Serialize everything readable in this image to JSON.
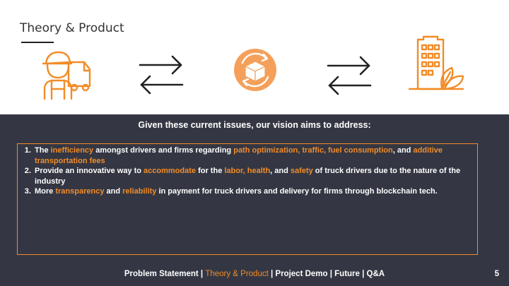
{
  "slide": {
    "title": "Theory & Product",
    "page_number": "5"
  },
  "colors": {
    "accent": "#f28c28",
    "dark_panel": "#343743",
    "text_light": "#ffffff"
  },
  "icons": [
    "delivery-driver-icon",
    "exchange-arrows-icon",
    "package-cycle-icon",
    "exchange-arrows-icon",
    "green-building-icon"
  ],
  "vision": {
    "heading": "Given these current issues, our vision aims to address:",
    "items": [
      {
        "number": "1.",
        "parts": [
          {
            "text": "The ",
            "highlight": false
          },
          {
            "text": "inefficiency",
            "highlight": true
          },
          {
            "text": " amongst drivers and firms regarding ",
            "highlight": false
          },
          {
            "text": "path optimization, traffic, fuel consumption",
            "highlight": true
          },
          {
            "text": ", and ",
            "highlight": false
          },
          {
            "text": "additive transportation fees",
            "highlight": true
          }
        ]
      },
      {
        "number": "2.",
        "parts": [
          {
            "text": "Provide an innovative way to ",
            "highlight": false
          },
          {
            "text": "accommodate",
            "highlight": true
          },
          {
            "text": " for the ",
            "highlight": false
          },
          {
            "text": "labor, health",
            "highlight": true
          },
          {
            "text": ", and ",
            "highlight": false
          },
          {
            "text": "safety",
            "highlight": true
          },
          {
            "text": " of truck drivers due to the nature of the industry",
            "highlight": false
          }
        ]
      },
      {
        "number": "3.",
        "parts": [
          {
            "text": "More ",
            "highlight": false
          },
          {
            "text": "transparency",
            "highlight": true
          },
          {
            "text": " and ",
            "highlight": false
          },
          {
            "text": "reliability",
            "highlight": true
          },
          {
            "text": " in payment for truck drivers and delivery for firms through blockchain tech.",
            "highlight": false
          }
        ]
      }
    ]
  },
  "footer": {
    "sections": [
      {
        "label": "Problem Statement",
        "active": false
      },
      {
        "label": "Theory & Product",
        "active": true
      },
      {
        "label": "Project Demo",
        "active": false
      },
      {
        "label": "Future",
        "active": false
      },
      {
        "label": "Q&A",
        "active": false
      }
    ],
    "separator": " | "
  }
}
